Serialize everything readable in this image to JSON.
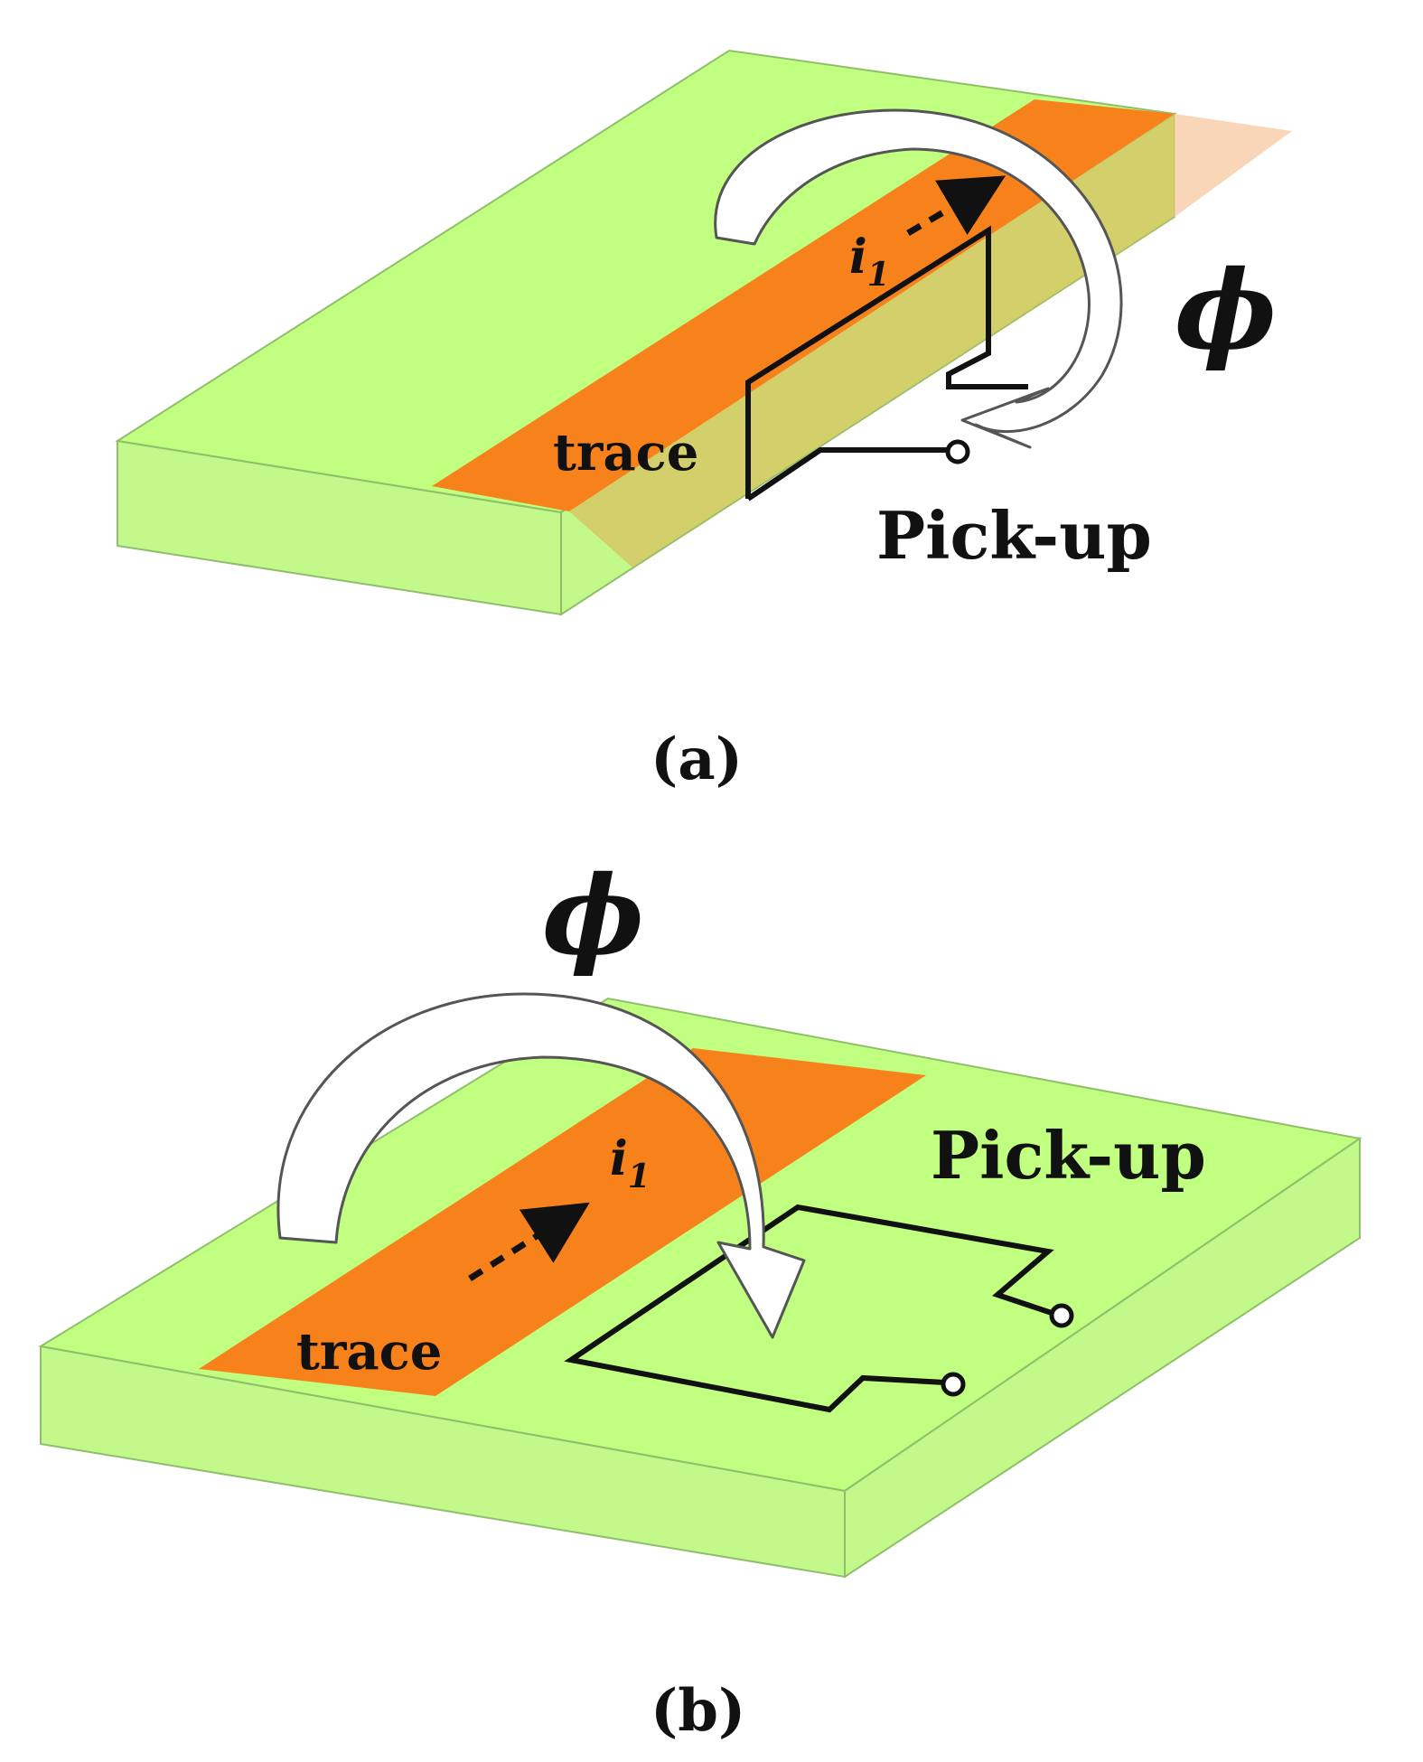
{
  "panels": [
    {
      "id": "a",
      "caption": "(a)",
      "trace_label": "trace",
      "pickup_label": "Pick-up",
      "flux_label": "ϕ",
      "current_label": "i",
      "current_subscript": "1"
    },
    {
      "id": "b",
      "caption": "(b)",
      "trace_label": "trace",
      "pickup_label": "Pick-up",
      "flux_label": "ϕ",
      "current_label": "i",
      "current_subscript": "1"
    }
  ],
  "colors": {
    "substrate_top": "#c0ff80",
    "substrate_side": "#c2f98a",
    "trace": "#f7821c",
    "cut_plane": "#d8c060",
    "cut_plane_ext": "#f9d2b0",
    "loop": "#111111",
    "flux_arrow": "#ffffff"
  }
}
